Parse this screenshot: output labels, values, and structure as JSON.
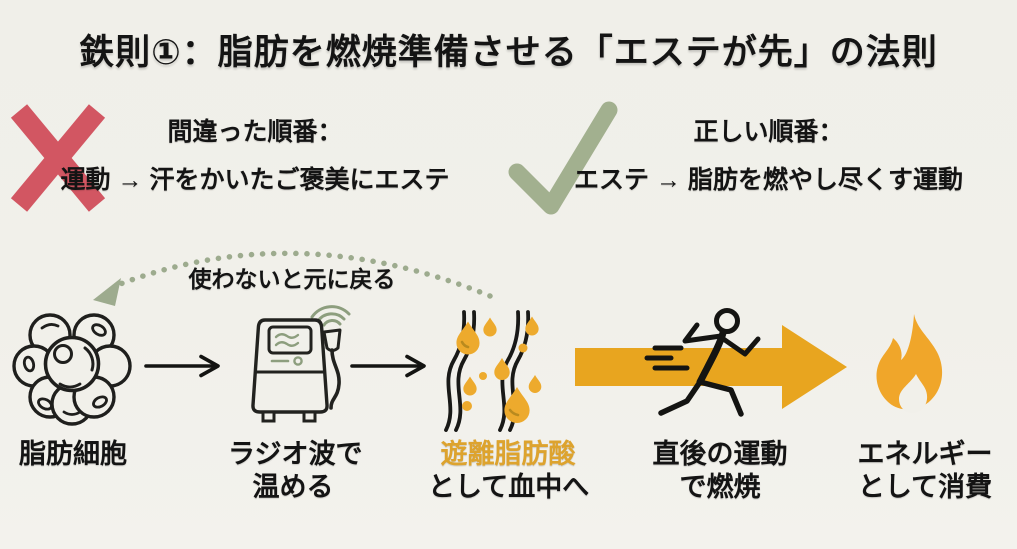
{
  "title": "鉄則①：脂肪を燃焼準備させる「エステが先」の法則",
  "wrong_order": {
    "icon": "x-mark-icon",
    "heading": "間違った順番：",
    "detail": "運動 → 汗をかいたご褒美にエステ"
  },
  "correct_order": {
    "icon": "check-mark-icon",
    "heading": "正しい順番：",
    "detail": "エステ → 脂肪を燃やし尽くす運動"
  },
  "revert_note": "使わないと元に戻る",
  "flow_steps": [
    {
      "icon": "fat-cell-icon",
      "line1": "脂肪細胞",
      "line2": ""
    },
    {
      "icon": "radio-wave-machine-icon",
      "line1": "ラジオ波で",
      "line2": "温める"
    },
    {
      "icon": "fatty-acid-droplets-icon",
      "line1": "遊離脂肪酸",
      "line2": "として血中へ",
      "line1_color": "#dda32e"
    },
    {
      "icon": "runner-on-arrow-icon",
      "line1": "直後の運動",
      "line2": "で燃焼"
    },
    {
      "icon": "flame-icon",
      "line1": "エネルギー",
      "line2": "として消費"
    }
  ],
  "colors": {
    "background": "#f1f0ea",
    "text": "#141414",
    "wrong_red": "#d25662",
    "correct_green": "#a2b08f",
    "dotted_arc_green": "#9dab8e",
    "arrow_orange": "#e8a51f",
    "droplet_orange": "#edaa2d",
    "flame_orange": "#f0a62a",
    "label_orange": "#dda32e"
  }
}
